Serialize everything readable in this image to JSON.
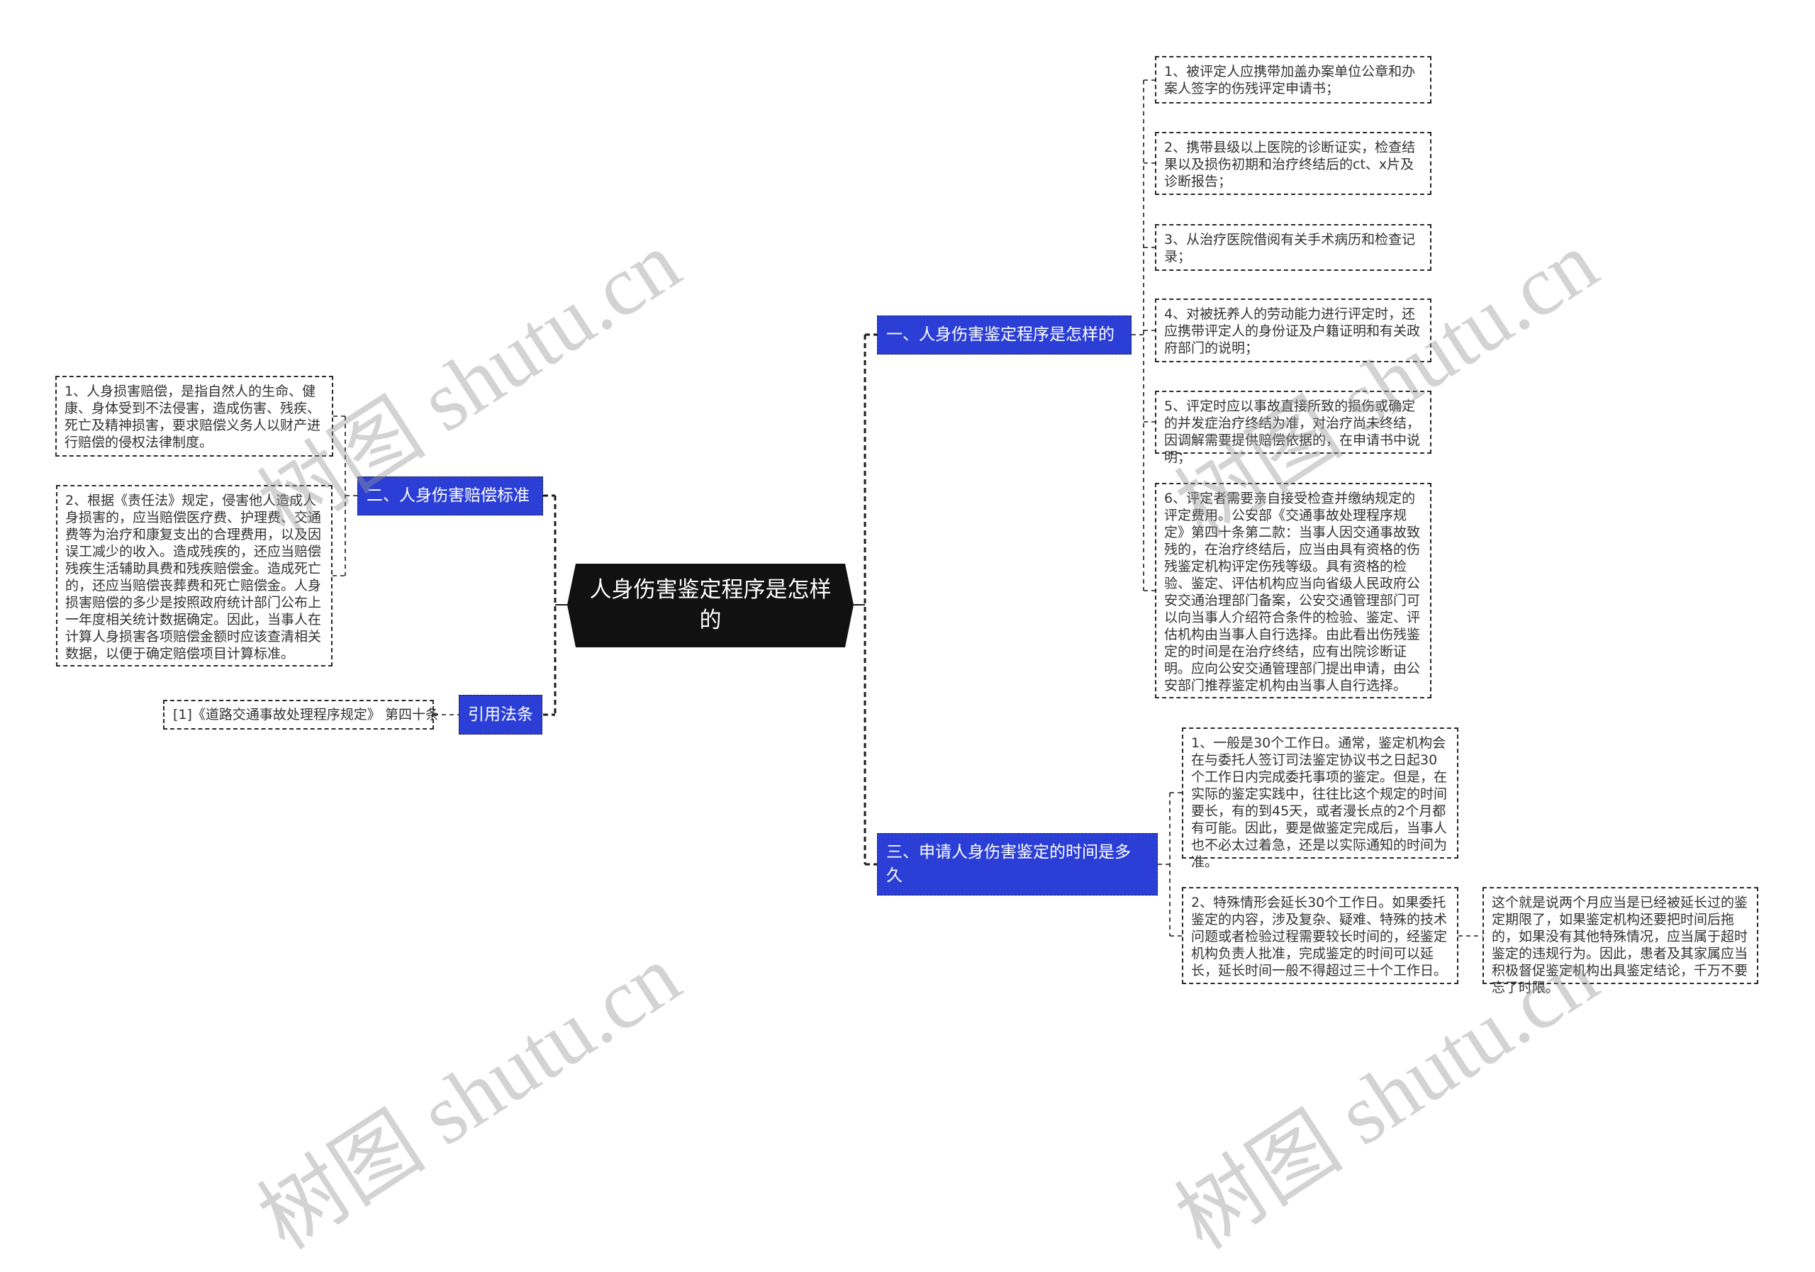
{
  "colors": {
    "root_fill": "#111111",
    "branch_fill": "#2b3fd6",
    "line": "#1a1a1a",
    "text": "#333333",
    "background": "#ffffff"
  },
  "mindmap": {
    "root": {
      "label": "人身伤害鉴定程序是怎样的"
    },
    "branches": [
      {
        "label": "一、人身伤害鉴定程序是怎样的",
        "children": [
          {
            "text": "1、被评定人应携带加盖办案单位公章和办案人签字的伤残评定申请书；"
          },
          {
            "text": "2、携带县级以上医院的诊断证实，检查结果以及损伤初期和治疗终结后的ct、x片及诊断报告；"
          },
          {
            "text": "3、从治疗医院借阅有关手术病历和检查记录；"
          },
          {
            "text": "4、对被抚养人的劳动能力进行评定时，还应携带评定人的身份证及户籍证明和有关政府部门的说明；"
          },
          {
            "text": "5、评定时应以事故直接所致的损伤或确定的并发症治疗终结为准，对治疗尚未终结，因调解需要提供赔偿依据的，在申请书中说明；"
          },
          {
            "text": "6、评定者需要亲自接受检查并缴纳规定的评定费用。公安部《交通事故处理程序规定》第四十条第二款：当事人因交通事故致残的，在治疗终结后，应当由具有资格的伤残鉴定机构评定伤残等级。具有资格的检验、鉴定、评估机构应当向省级人民政府公安交通治理部门备案，公安交通管理部门可以向当事人介绍符合条件的检验、鉴定、评估机构由当事人自行选择。由此看出伤残鉴定的时间是在治疗终结，应有出院诊断证明。应向公安交通管理部门提出申请，由公安部门推荐鉴定机构由当事人自行选择。"
          }
        ]
      },
      {
        "label": "二、人身伤害赔偿标准",
        "children": [
          {
            "text": "1、人身损害赔偿，是指自然人的生命、健康、身体受到不法侵害，造成伤害、残疾、死亡及精神损害，要求赔偿义务人以财产进行赔偿的侵权法律制度。"
          },
          {
            "text": "2、根据《责任法》规定，侵害他人造成人身损害的，应当赔偿医疗费、护理费、交通费等为治疗和康复支出的合理费用，以及因误工减少的收入。造成残疾的，还应当赔偿残疾生活辅助具费和残疾赔偿金。造成死亡的，还应当赔偿丧葬费和死亡赔偿金。人身损害赔偿的多少是按照政府统计部门公布上一年度相关统计数据确定。因此，当事人在计算人身损害各项赔偿金额时应该查清相关数据，以便于确定赔偿项目计算标准。"
          }
        ]
      },
      {
        "label": "三、申请人身伤害鉴定的时间是多久",
        "children": [
          {
            "text": "1、一般是30个工作日。通常，鉴定机构会在与委托人签订司法鉴定协议书之日起30个工作日内完成委托事项的鉴定。但是，在实际的鉴定实践中，往往比这个规定的时间要长，有的到45天，或者漫长点的2个月都有可能。因此，要是做鉴定完成后，当事人也不必太过着急，还是以实际通知的时间为准。"
          },
          {
            "text": "2、特殊情形会延长30个工作日。如果委托鉴定的内容，涉及复杂、疑难、特殊的技术问题或者检验过程需要较长时间的，经鉴定机构负责人批准，完成鉴定的时间可以延长，延长时间一般不得超过三十个工作日。",
            "children": [
              {
                "text": "这个就是说两个月应当是已经被延长过的鉴定期限了，如果鉴定机构还要把时间后拖的，如果没有其他特殊情况，应当属于超时鉴定的违规行为。因此，患者及其家属应当积极督促鉴定机构出具鉴定结论，千万不要忘了时限。"
              }
            ]
          }
        ]
      },
      {
        "label": "引用法条",
        "children": [
          {
            "text": "[1]《道路交通事故处理程序规定》 第四十条"
          }
        ]
      }
    ]
  },
  "watermark": {
    "text": "树图 shutu.cn"
  }
}
